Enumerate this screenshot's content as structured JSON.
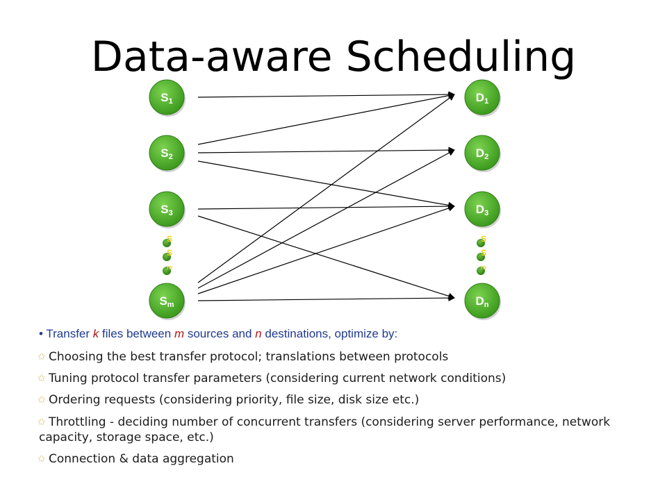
{
  "title": "Data-aware Scheduling",
  "colors": {
    "node_fill": "#3c9a1e",
    "node_fill_light": "#7cd24f",
    "node_text": "#ffffff",
    "dots_text": "#f2d31d",
    "intro_text": "#1f3a8f",
    "variable_text": "#b0191b",
    "body_text": "#1b1b1b",
    "bullet_star": "#d8c47e"
  },
  "sources": [
    "S1",
    "S2",
    "S3",
    "Sm"
  ],
  "destinations": [
    "D1",
    "D2",
    "D3",
    "Dn"
  ],
  "source_subscripts": [
    "1",
    "2",
    "3",
    "m"
  ],
  "destination_subscripts": [
    "1",
    "2",
    "3",
    "n"
  ],
  "ellipsis_labels": {
    "sources": [
      "S",
      "S",
      "m"
    ],
    "destinations": [
      "S",
      "S",
      "m"
    ]
  },
  "edges": [
    {
      "from": "S1",
      "to": "D1"
    },
    {
      "from": "S2",
      "to": "D1"
    },
    {
      "from": "S2",
      "to": "D2"
    },
    {
      "from": "S2",
      "to": "D3"
    },
    {
      "from": "S3",
      "to": "D3"
    },
    {
      "from": "S3",
      "to": "Dn"
    },
    {
      "from": "Sm",
      "to": "D1"
    },
    {
      "from": "Sm",
      "to": "D2"
    },
    {
      "from": "Sm",
      "to": "D3"
    },
    {
      "from": "Sm",
      "to": "Dn"
    }
  ],
  "intro": {
    "bullet": "•",
    "part1": "Transfer ",
    "k": "k",
    "part2": " files between ",
    "m": "m",
    "part3": " sources and ",
    "n": "n",
    "part4": " destinations, optimize by:"
  },
  "items": [
    "Choosing the best transfer protocol; translations between protocols",
    "Tuning protocol transfer parameters (considering current network conditions)",
    "Ordering requests (considering priority, file size, disk size etc.)",
    "Throttling - deciding number of concurrent transfers (considering server performance, network capacity, storage space, etc.)",
    "Connection & data aggregation"
  ],
  "item_icon": "star-icon"
}
